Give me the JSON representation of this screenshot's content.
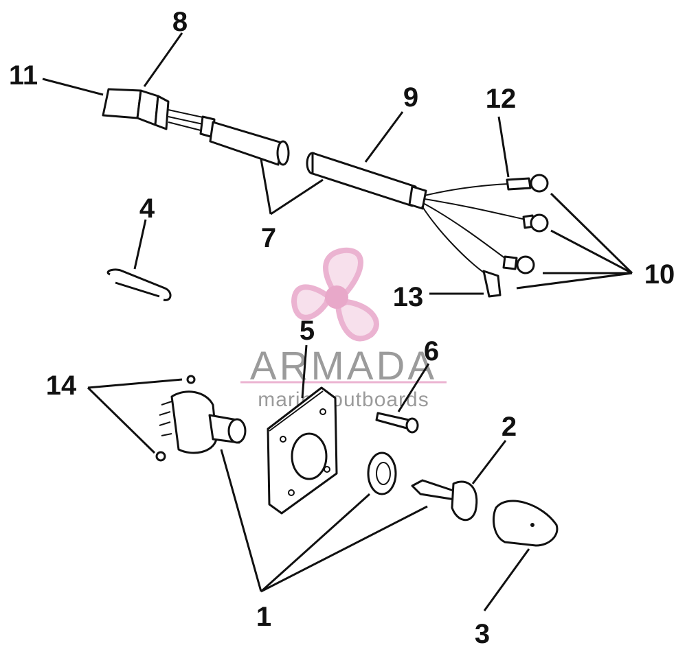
{
  "callouts": {
    "n1": "1",
    "n2": "2",
    "n3": "3",
    "n4": "4",
    "n5": "5",
    "n6": "6",
    "n7": "7",
    "n8": "8",
    "n9": "9",
    "n10": "10",
    "n11": "11",
    "n12": "12",
    "n13": "13",
    "n14": "14"
  },
  "watermark": {
    "brand": "ARMADA",
    "tagline": "marine outboards",
    "logo_color": "#e8a6c9",
    "hub_color": "#e59ac0",
    "text_color": "#8a8a8a"
  }
}
